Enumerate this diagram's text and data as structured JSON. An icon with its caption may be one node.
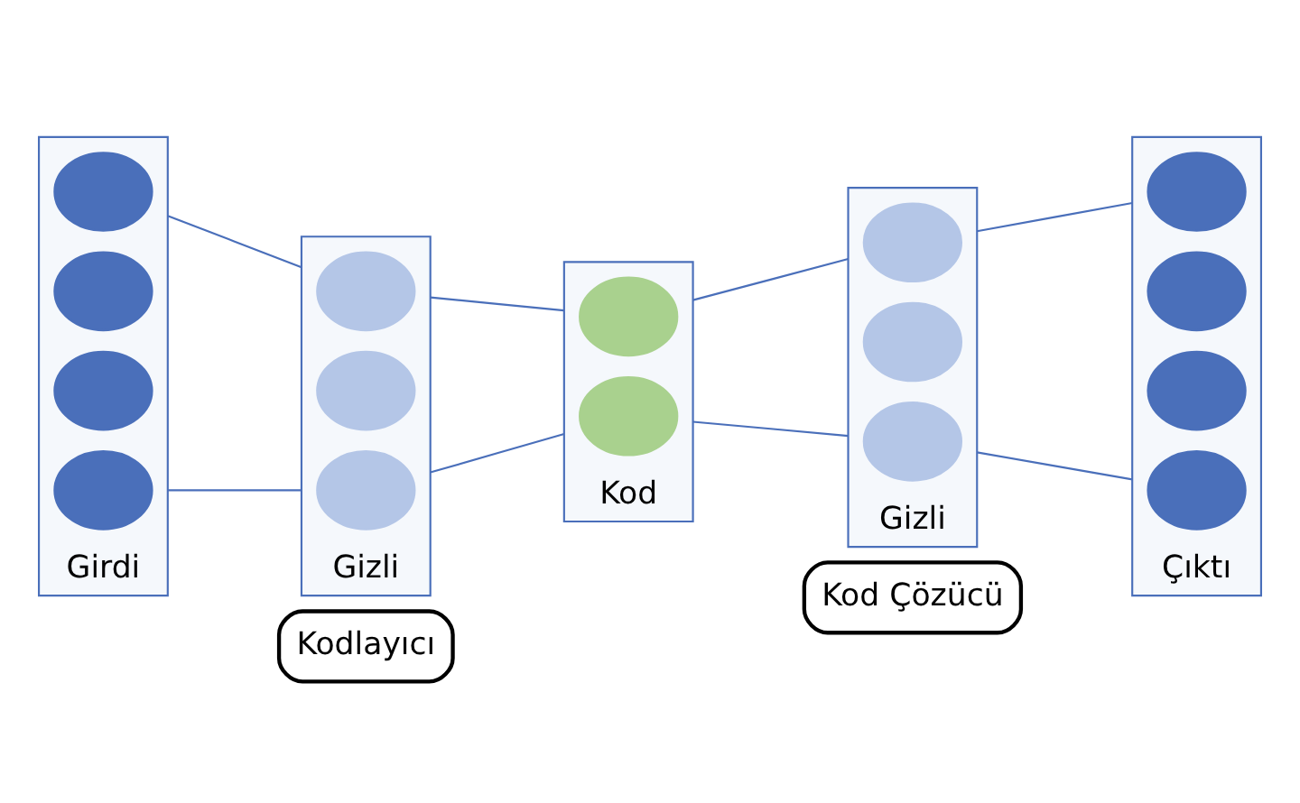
{
  "diagram": {
    "nodes": [
      {
        "text": [
          "Kodlayıcı"
        ]
      },
      {
        "text": [
          "Kod Çözücü"
        ]
      },
      {
        "text": [],
        "shape": "box",
        "beside": [
          "Girdi"
        ]
      },
      {
        "text": [],
        "shape": "circle",
        "in": 2
      },
      {
        "text": [],
        "shape": "circle",
        "in": 2
      },
      {
        "text": [],
        "shape": "circle",
        "in": 2
      },
      {
        "text": [],
        "shape": "circle",
        "in": 2
      },
      {
        "text": [],
        "shape": "box",
        "beside": [
          "Gizli"
        ]
      },
      {
        "text": [],
        "shape": "circle",
        "in": 7
      },
      {
        "text": [],
        "shape": "circle",
        "in": 7
      },
      {
        "text": [],
        "shape": "circle",
        "in": 7
      },
      {
        "text": [],
        "shape": "box",
        "beside": [
          "Kod"
        ]
      },
      {
        "text": [],
        "shape": "circle",
        "in": 11
      },
      {
        "text": [],
        "shape": "circle",
        "in": 11
      },
      {
        "text": [],
        "shape": "box",
        "beside": [
          "Gizli"
        ]
      },
      {
        "text": [],
        "shape": "circle",
        "in": 14
      },
      {
        "text": [],
        "shape": "circle",
        "in": 14
      },
      {
        "text": [],
        "shape": "circle",
        "in": 14
      },
      {
        "text": [],
        "shape": "box",
        "beside": [
          "Çıktı"
        ]
      },
      {
        "text": [],
        "shape": "circle",
        "in": 18
      },
      {
        "text": [],
        "shape": "circle",
        "in": 18
      },
      {
        "text": [],
        "shape": "circle",
        "in": 18
      },
      {
        "text": [],
        "shape": "circle",
        "in": 18
      }
    ],
    "edges": [
      {
        "from": 2,
        "to": 7,
        "arrow": "none"
      },
      {
        "from": 2,
        "to": 7,
        "arrow": "none"
      },
      {
        "from": 7,
        "to": 11,
        "arrow": "none"
      },
      {
        "from": 7,
        "to": 11,
        "arrow": "none"
      },
      {
        "from": 11,
        "to": 14,
        "arrow": "none"
      },
      {
        "from": 11,
        "to": 14,
        "arrow": "none"
      },
      {
        "from": 14,
        "to": 18,
        "arrow": "none"
      },
      {
        "from": 14,
        "to": 18,
        "arrow": "none"
      }
    ]
  }
}
